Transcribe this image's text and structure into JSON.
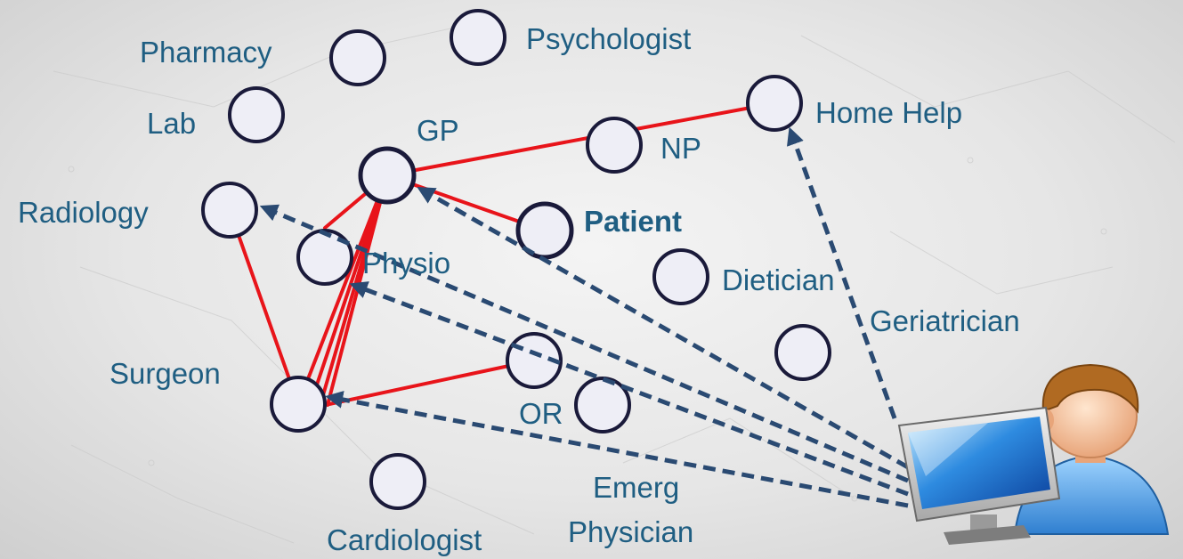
{
  "colors": {
    "label": "#1f5e82",
    "node_fill": "#eeeef6",
    "node_stroke": "#1a1a3a",
    "connection": "#e8141a",
    "referral": "#2a4a72"
  },
  "labels": {
    "pharmacy": "Pharmacy",
    "psychologist": "Psychologist",
    "lab": "Lab",
    "gp": "GP",
    "np": "NP",
    "home_help": "Home Help",
    "radiology": "Radiology",
    "patient": "Patient",
    "physio": "Physio",
    "dietician": "Dietician",
    "geriatrician": "Geriatrician",
    "surgeon": "Surgeon",
    "or": "OR",
    "emerg_line1": "Emerg",
    "emerg_line2": "Physician",
    "cardiologist": "Cardiologist"
  },
  "user_icon": "clinician-at-computer-icon"
}
